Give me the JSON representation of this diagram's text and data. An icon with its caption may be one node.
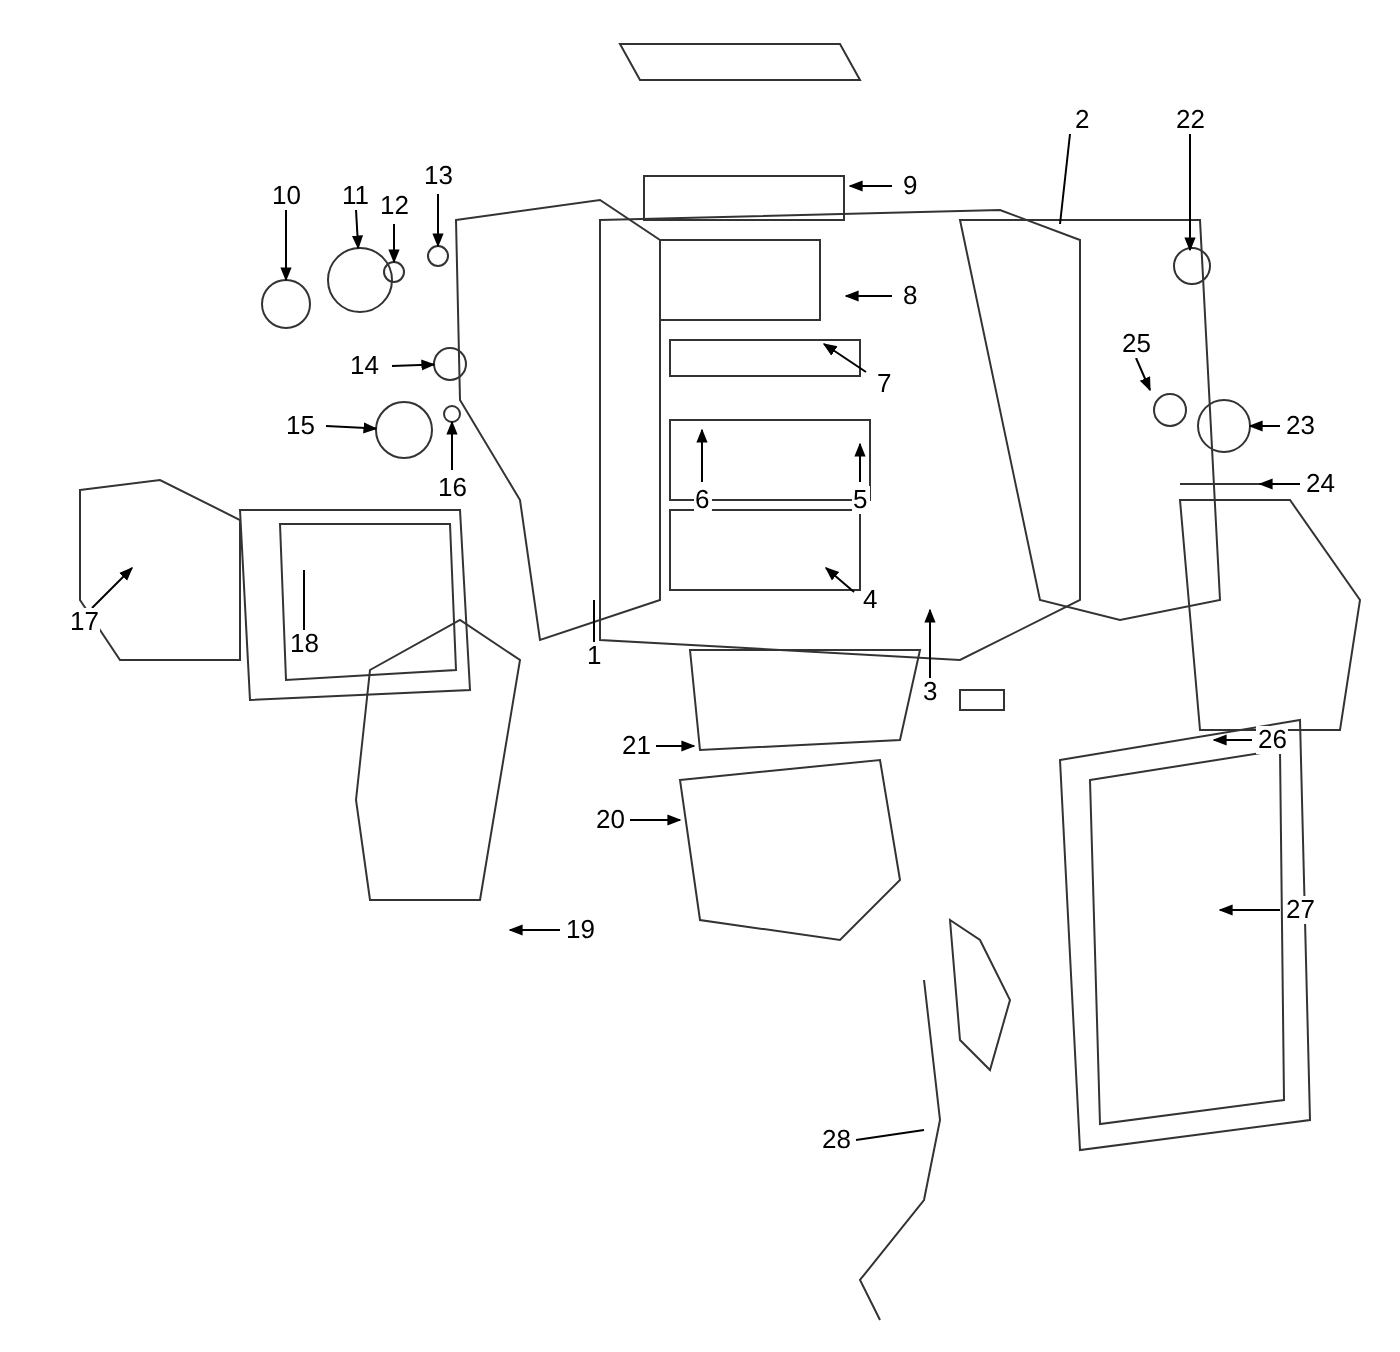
{
  "diagram": {
    "nodes": [
      {
        "text": [
          "2"
        ]
      },
      {
        "text": [
          "22"
        ]
      },
      {
        "text": [
          "10"
        ]
      },
      {
        "text": [
          "13"
        ]
      },
      {
        "text": [
          "9"
        ]
      },
      {
        "text": [
          "11"
        ]
      },
      {
        "text": [
          "12"
        ]
      },
      {
        "text": [
          "8"
        ]
      },
      {
        "text": [
          "14"
        ]
      },
      {
        "text": [
          "25"
        ]
      },
      {
        "text": [
          "7"
        ]
      },
      {
        "text": [
          "15"
        ]
      },
      {
        "text": [
          "23"
        ]
      },
      {
        "text": [
          "16"
        ]
      },
      {
        "text": [
          "24"
        ]
      },
      {
        "text": [
          "6"
        ]
      },
      {
        "text": [
          "5"
        ]
      },
      {
        "text": [
          "4"
        ]
      },
      {
        "text": [
          "17"
        ]
      },
      {
        "text": [
          "1"
        ]
      },
      {
        "text": [
          "18"
        ]
      },
      {
        "text": [
          "3"
        ]
      },
      {
        "text": [
          "26"
        ]
      },
      {
        "text": [
          "21"
        ]
      },
      {
        "text": [
          "20"
        ]
      },
      {
        "text": [
          "19"
        ]
      },
      {
        "text": [
          "27"
        ]
      },
      {
        "text": [
          "28"
        ]
      },
      {
        "text": [],
        "shape": "circle"
      },
      {
        "text": [],
        "shape": "circle"
      },
      {
        "text": [],
        "shape": "circle"
      },
      {
        "text": [],
        "shape": "circle"
      },
      {
        "text": [],
        "shape": "circle"
      },
      {
        "text": [],
        "shape": "circle"
      },
      {
        "text": [],
        "shape": "circle"
      }
    ],
    "edges": [
      {
        "from": 0,
        "to": null,
        "arrow": "none"
      },
      {
        "from": 1,
        "to": null,
        "arrow": "to"
      },
      {
        "from": 2,
        "to": 28,
        "arrow": "to"
      },
      {
        "from": 3,
        "to": 33,
        "arrow": "to"
      },
      {
        "from": 4,
        "to": null,
        "arrow": "to"
      },
      {
        "from": 5,
        "to": 29,
        "arrow": "to"
      },
      {
        "from": 6,
        "to": 30,
        "arrow": "to"
      },
      {
        "from": 7,
        "to": null,
        "arrow": "to"
      },
      {
        "from": 8,
        "to": 32,
        "arrow": "to"
      },
      {
        "from": 9,
        "to": null,
        "arrow": "to"
      },
      {
        "from": 10,
        "to": null,
        "arrow": "to"
      },
      {
        "from": 11,
        "to": 31,
        "arrow": "to"
      },
      {
        "from": 12,
        "to": null,
        "arrow": "to"
      },
      {
        "from": 13,
        "to": 34,
        "arrow": "to"
      },
      {
        "from": 14,
        "to": null,
        "arrow": "to"
      },
      {
        "from": 15,
        "to": null,
        "arrow": "to"
      },
      {
        "from": 16,
        "to": null,
        "arrow": "to"
      },
      {
        "from": 17,
        "to": null,
        "arrow": "to"
      },
      {
        "from": 18,
        "to": null,
        "arrow": "to"
      },
      {
        "from": 19,
        "to": null,
        "arrow": "none"
      },
      {
        "from": 20,
        "to": null,
        "arrow": "none"
      },
      {
        "from": 21,
        "to": null,
        "arrow": "to"
      },
      {
        "from": 22,
        "to": null,
        "arrow": "to"
      },
      {
        "from": 23,
        "to": null,
        "arrow": "to"
      },
      {
        "from": 24,
        "to": null,
        "arrow": "to"
      },
      {
        "from": 25,
        "to": null,
        "arrow": "to"
      },
      {
        "from": 26,
        "to": null,
        "arrow": "to"
      },
      {
        "from": 27,
        "to": null,
        "arrow": "none"
      }
    ]
  }
}
